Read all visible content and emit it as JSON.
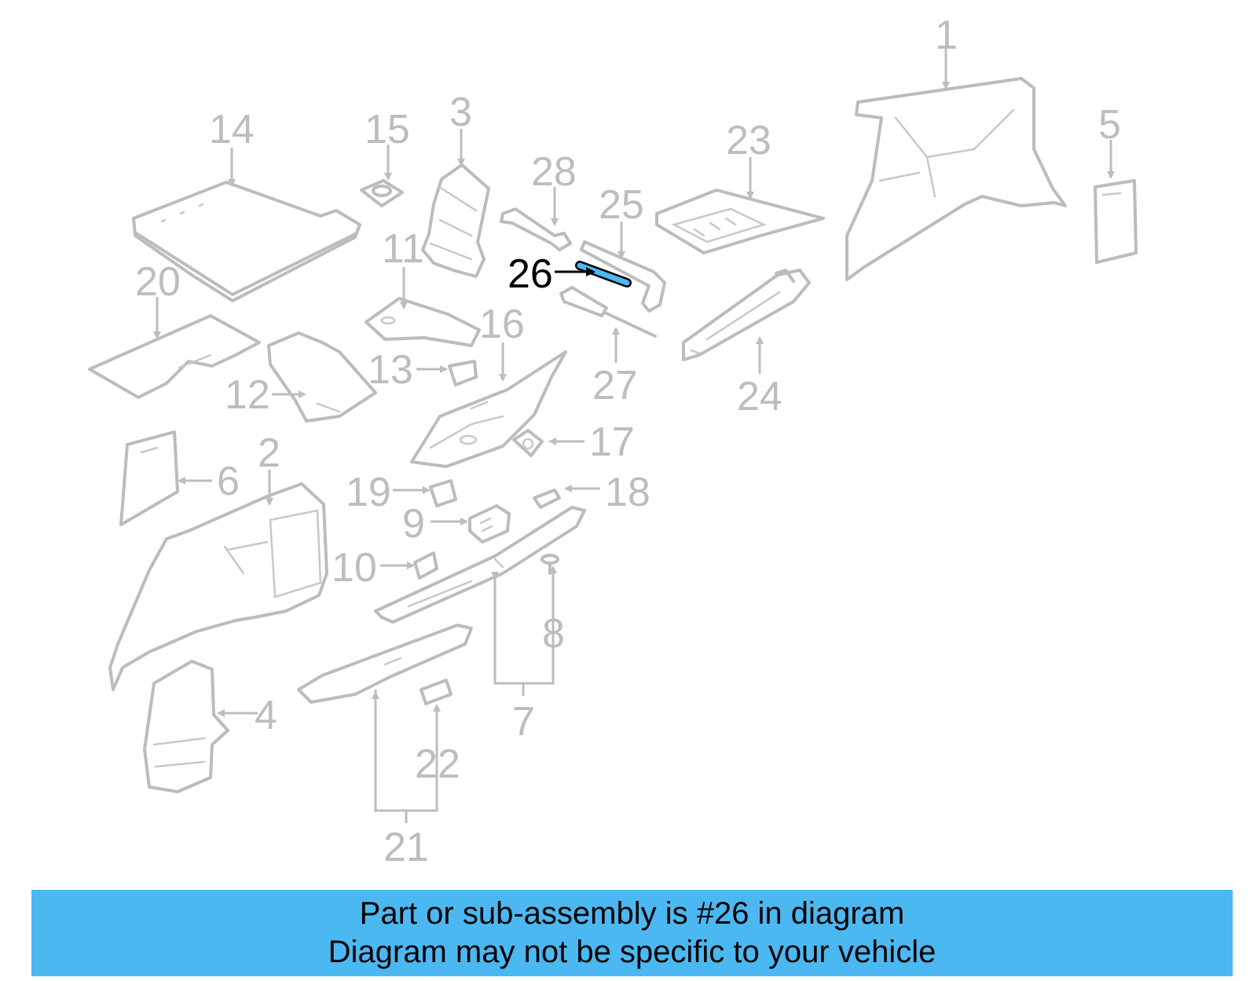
{
  "callouts": [
    "1",
    "2",
    "3",
    "4",
    "5",
    "6",
    "7",
    "8",
    "9",
    "10",
    "11",
    "12",
    "13",
    "14",
    "15",
    "16",
    "17",
    "18",
    "19",
    "20",
    "21",
    "22",
    "23",
    "24",
    "25",
    "26",
    "27",
    "28"
  ],
  "highlighted_part": "26",
  "banner": {
    "line1": "Part or sub-assembly is #26 in diagram",
    "line2": "Diagram may not be specific to your vehicle",
    "color": "#4cb8f2"
  },
  "colors": {
    "part_outline": "#bcbcbc",
    "highlight_part": "#4cb8f2",
    "highlight_text": "#000000"
  }
}
